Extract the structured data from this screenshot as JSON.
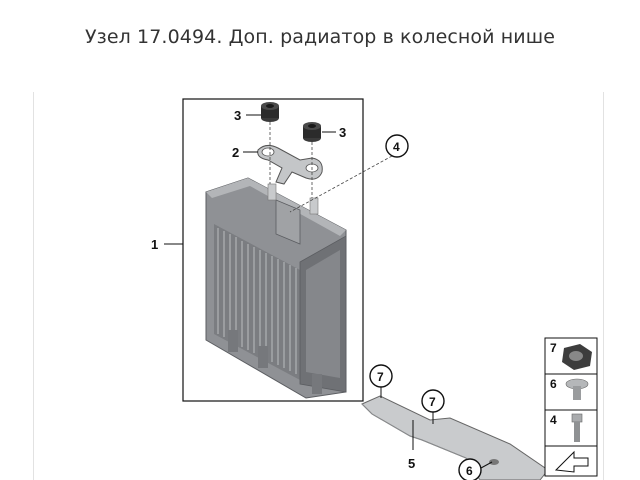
{
  "page": {
    "title": "Узел 17.0494. Доп. радиатор в колесной нише"
  },
  "callouts": {
    "c1": "1",
    "c2": "2",
    "c3a": "3",
    "c3b": "3",
    "c4": "4",
    "c5": "5",
    "c6": "6",
    "c7a": "7",
    "c7b": "7"
  },
  "legend": {
    "l7": "7",
    "l6": "6",
    "l4": "4"
  },
  "colors": {
    "radiator": "#8f9195",
    "radiator_dark": "#6d6f73",
    "bracket": "#c4c6c8",
    "frame": "#e2e2e2",
    "line": "#111111"
  }
}
